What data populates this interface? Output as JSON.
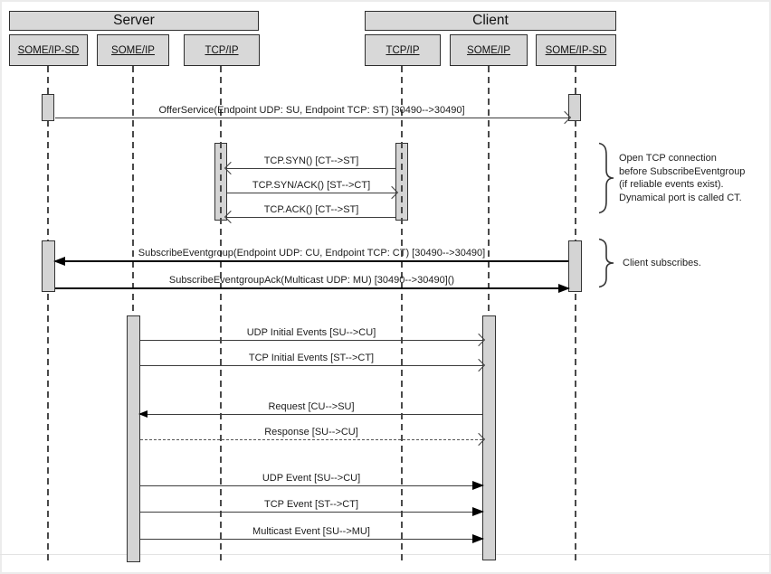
{
  "groups": [
    {
      "label": "Server"
    },
    {
      "label": "Client"
    }
  ],
  "participants": [
    {
      "group": "Server",
      "label": "SOME/IP-SD"
    },
    {
      "group": "Server",
      "label": "SOME/IP"
    },
    {
      "group": "Server",
      "label": "TCP/IP"
    },
    {
      "group": "Client",
      "label": "TCP/IP"
    },
    {
      "group": "Client",
      "label": "SOME/IP"
    },
    {
      "group": "Client",
      "label": "SOME/IP-SD"
    }
  ],
  "messages": [
    {
      "label": "OfferService(Endpoint UDP: SU, Endpoint TCP: ST) [30490-->30490]",
      "from": "Server SOME/IP-SD",
      "to": "Client SOME/IP-SD",
      "line": "solid",
      "arrow": "open"
    },
    {
      "label": "TCP.SYN() [CT-->ST]",
      "from": "Client TCP/IP",
      "to": "Server TCP/IP",
      "line": "solid",
      "arrow": "open"
    },
    {
      "label": "TCP.SYN/ACK() [ST-->CT]",
      "from": "Server TCP/IP",
      "to": "Client TCP/IP",
      "line": "solid",
      "arrow": "open"
    },
    {
      "label": "TCP.ACK() [CT-->ST]",
      "from": "Client TCP/IP",
      "to": "Server TCP/IP",
      "line": "solid",
      "arrow": "open"
    },
    {
      "label": "SubscribeEventgroup(Endpoint UDP: CU, Endpoint TCP: CT) [30490-->30490]",
      "from": "Client SOME/IP-SD",
      "to": "Server SOME/IP-SD",
      "line": "bold",
      "arrow": "filled"
    },
    {
      "label": "SubscribeEventgroupAck(Multicast UDP: MU) [30490-->30490]()",
      "from": "Server SOME/IP-SD",
      "to": "Client SOME/IP-SD",
      "line": "bold",
      "arrow": "filled"
    },
    {
      "label": "UDP Initial Events [SU-->CU]",
      "from": "Server SOME/IP",
      "to": "Client SOME/IP",
      "line": "solid",
      "arrow": "open"
    },
    {
      "label": "TCP Initial Events [ST-->CT]",
      "from": "Server SOME/IP",
      "to": "Client SOME/IP",
      "line": "solid",
      "arrow": "open"
    },
    {
      "label": "Request [CU-->SU]",
      "from": "Client SOME/IP",
      "to": "Server SOME/IP",
      "line": "solid",
      "arrow": "filled"
    },
    {
      "label": "Response [SU-->CU]",
      "from": "Server SOME/IP",
      "to": "Client SOME/IP",
      "line": "dashed",
      "arrow": "open"
    },
    {
      "label": "UDP Event [SU-->CU]",
      "from": "Server SOME/IP",
      "to": "Client SOME/IP",
      "line": "solid",
      "arrow": "filled"
    },
    {
      "label": "TCP Event [ST-->CT]",
      "from": "Server SOME/IP",
      "to": "Client SOME/IP",
      "line": "solid",
      "arrow": "filled"
    },
    {
      "label": "Multicast Event [SU-->MU]",
      "from": "Server SOME/IP",
      "to": "Client SOME/IP",
      "line": "solid",
      "arrow": "filled"
    }
  ],
  "annotations": [
    {
      "text": "Open TCP connection\nbefore SubscribeEventgroup\n(if reliable events exist).\nDynamical port is called CT."
    },
    {
      "text": "Client subscribes."
    }
  ],
  "colors": {
    "box_fill": "#d8d8d8",
    "box_border": "#2e2e2e",
    "line": "#3c3c3c",
    "bold_line": "#000000",
    "background": "#ffffff"
  }
}
